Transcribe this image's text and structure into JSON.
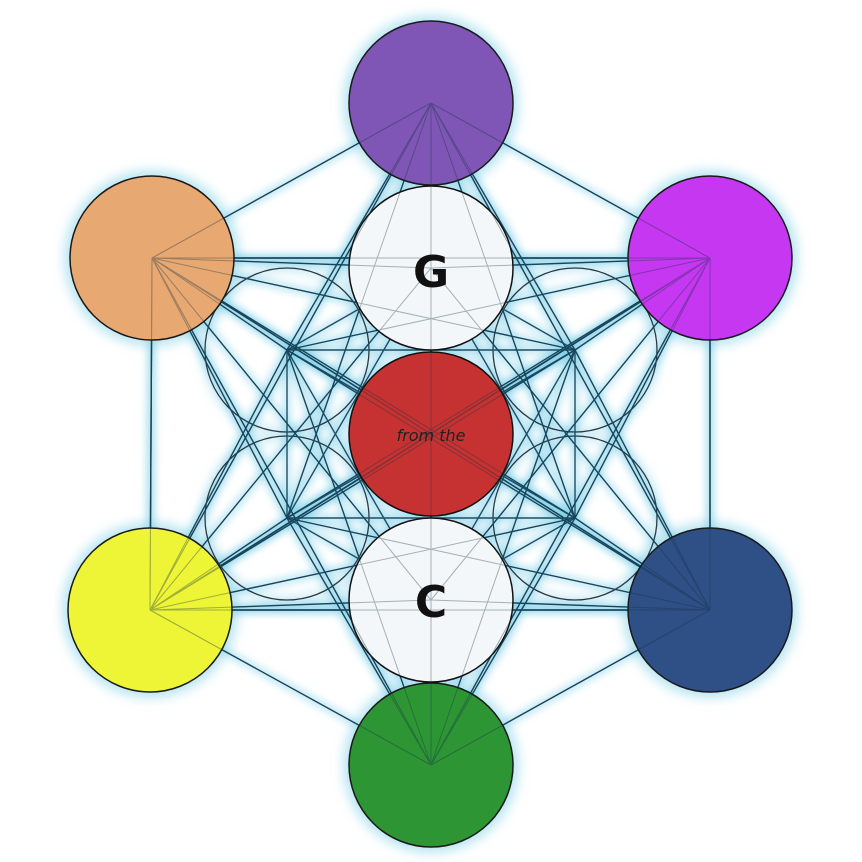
{
  "labels": {
    "top_white": "G",
    "center": "from the",
    "bottom_white": "C"
  },
  "colors": {
    "line": "#1e4e66",
    "glow": "#7fcfe8",
    "top": "#7f56b5",
    "upper_left": "#e8a872",
    "upper_right": "#c637f2",
    "lower_left": "#eef536",
    "lower_right": "#2f4f87",
    "bottom": "#2e9535",
    "center": "#c63232",
    "white": "#f4f7f9"
  },
  "nodes": [
    {
      "name": "top-circle",
      "color_key": "top"
    },
    {
      "name": "upper-left-circle",
      "color_key": "upper_left"
    },
    {
      "name": "upper-right-circle",
      "color_key": "upper_right"
    },
    {
      "name": "lower-left-circle",
      "color_key": "lower_left"
    },
    {
      "name": "lower-right-circle",
      "color_key": "lower_right"
    },
    {
      "name": "bottom-circle",
      "color_key": "bottom"
    }
  ]
}
